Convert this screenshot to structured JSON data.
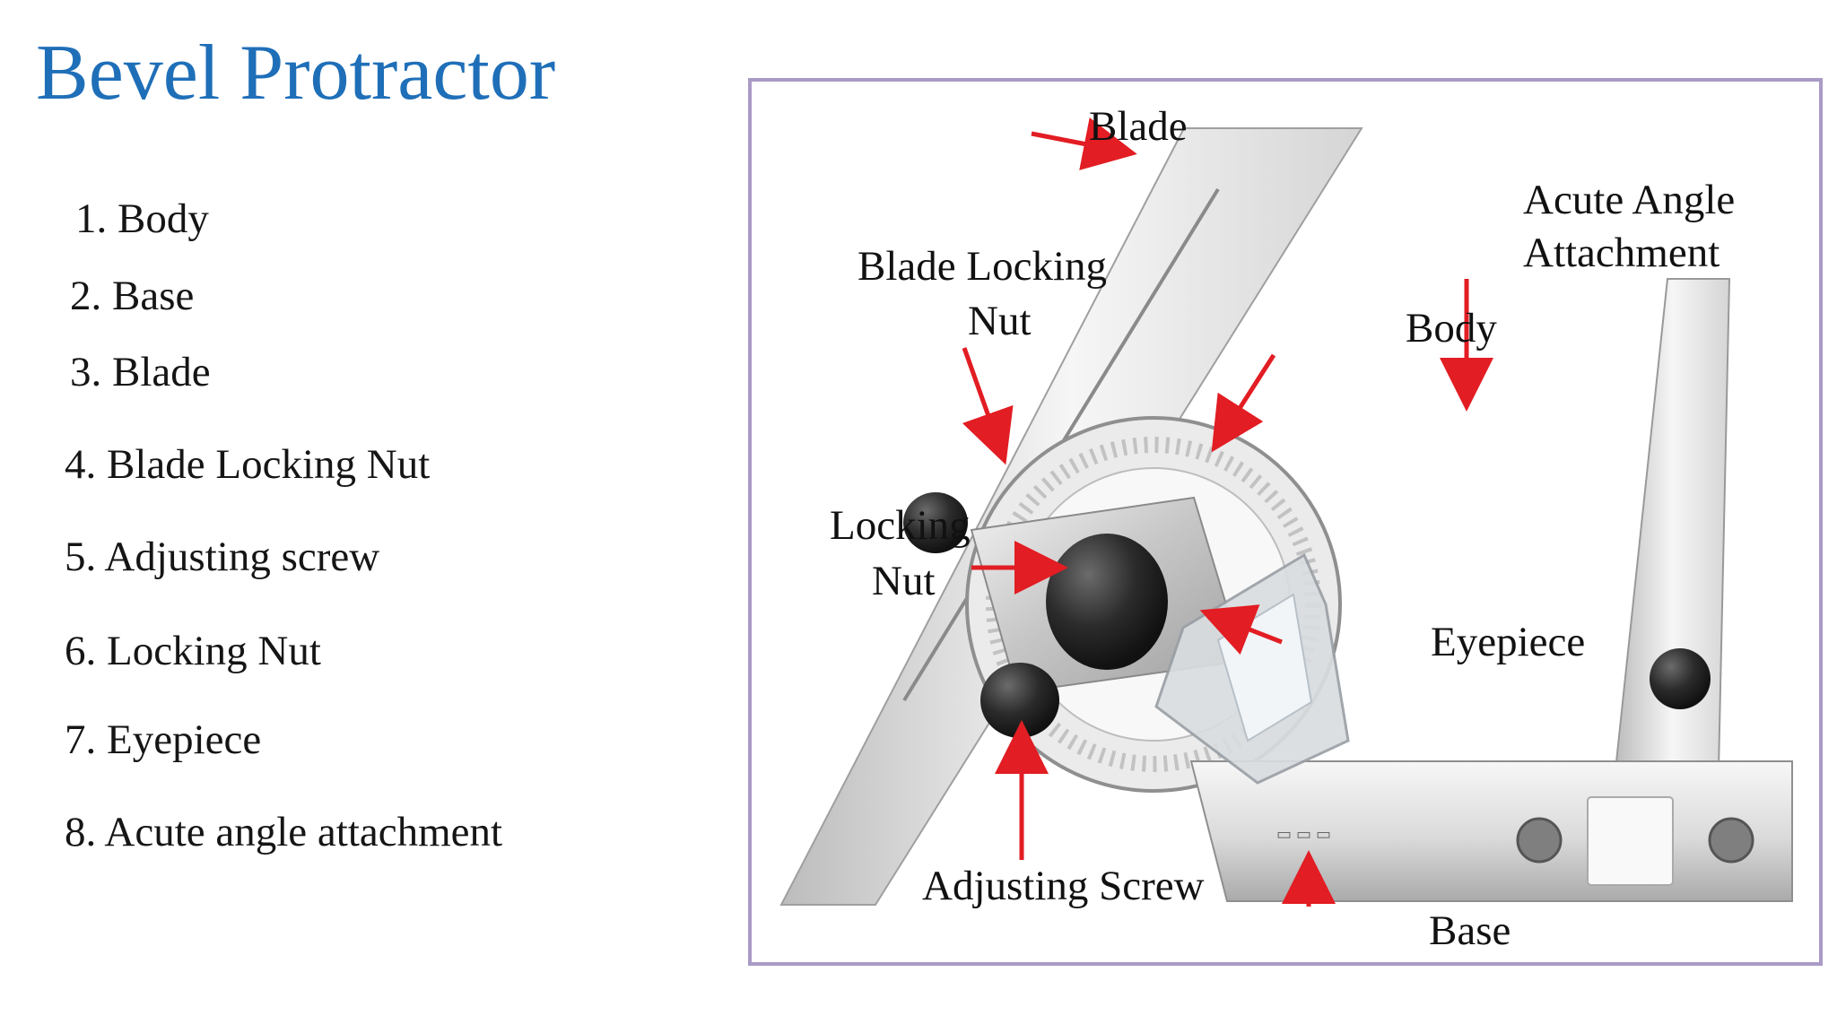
{
  "title": "Bevel Protractor",
  "parts_list": [
    "1. Body",
    "2. Base",
    "3. Blade",
    "4. Blade Locking Nut",
    "5. Adjusting screw",
    "6. Locking Nut",
    "7. Eyepiece",
    "8. Acute angle attachment"
  ],
  "labels": {
    "blade": "Blade",
    "blade_locking_nut_line1": "Blade Locking",
    "blade_locking_nut_line2": "Nut",
    "locking_nut_line1": "Locking",
    "locking_nut_line2": "Nut",
    "body": "Body",
    "acute_angle_line1": "Acute Angle",
    "acute_angle_line2": "Attachment",
    "eyepiece": "Eyepiece",
    "adjusting_screw": "Adjusting Screw",
    "base": "Base"
  },
  "colors": {
    "title": "#1f6fb8",
    "frame": "#a99ac5",
    "arrow": "#e21d23"
  }
}
